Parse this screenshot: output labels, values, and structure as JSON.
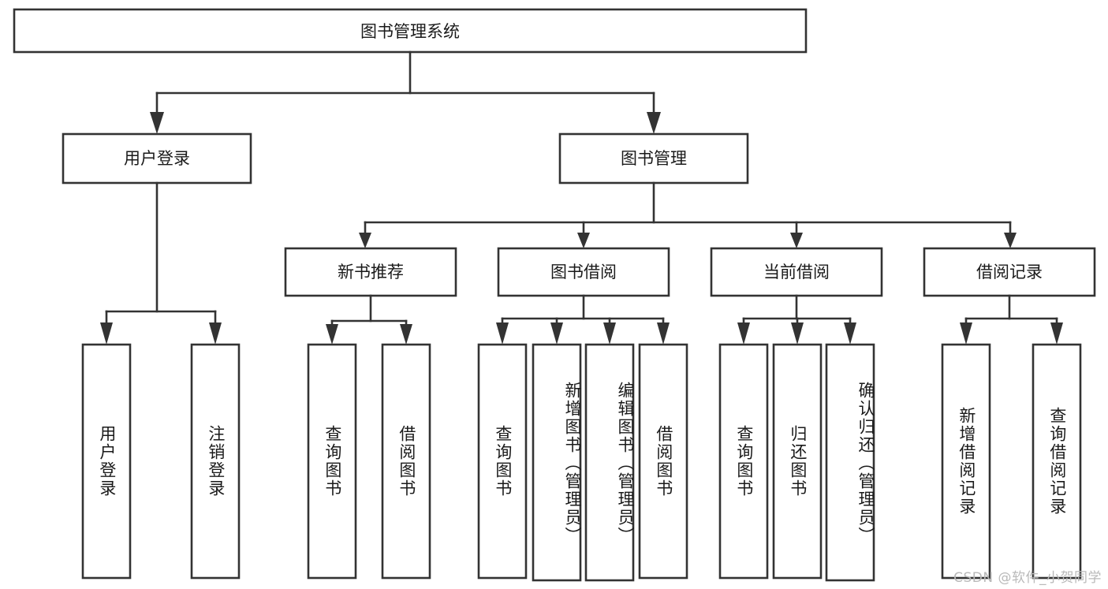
{
  "diagram": {
    "type": "tree-hierarchy",
    "title": "图书管理系统",
    "watermark": "CSDN @软件_小贺同学",
    "colors": {
      "box_stroke": "#333333",
      "box_fill": "#ffffff",
      "text": "#1a1a1a",
      "background": "#ffffff",
      "watermark": "#b9b9b9"
    },
    "root": {
      "label": "图书管理系统"
    },
    "level2": [
      {
        "label": "用户登录"
      },
      {
        "label": "图书管理"
      }
    ],
    "level3": [
      {
        "label": "新书推荐"
      },
      {
        "label": "图书借阅"
      },
      {
        "label": "当前借阅"
      },
      {
        "label": "借阅记录"
      }
    ],
    "leaves": {
      "user_login": [
        {
          "label": "用户登录"
        },
        {
          "label": "注销登录"
        }
      ],
      "new_book_recommend": [
        {
          "label": "查询图书"
        },
        {
          "label": "借阅图书"
        }
      ],
      "book_borrow": [
        {
          "label": "查询图书"
        },
        {
          "label": "新增图书（管理员）"
        },
        {
          "label": "编辑图书（管理员）"
        },
        {
          "label": "借阅图书"
        }
      ],
      "current_borrow": [
        {
          "label": "查询图书"
        },
        {
          "label": "归还图书"
        },
        {
          "label": "确认归还（管理员）"
        }
      ],
      "borrow_record": [
        {
          "label": "新增借阅记录"
        },
        {
          "label": "查询借阅记录"
        }
      ]
    }
  }
}
